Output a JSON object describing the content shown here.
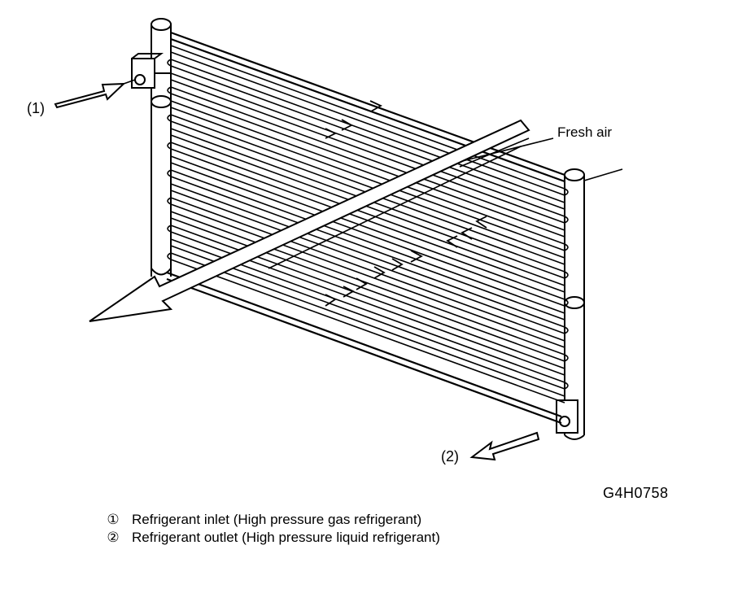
{
  "labels": {
    "fresh_air": "Fresh air",
    "callout_1": "1",
    "callout_2": "2",
    "figure_code": "G4H0758"
  },
  "legend": [
    {
      "number": "①",
      "text": "Refrigerant inlet (High pressure gas refrigerant)"
    },
    {
      "number": "②",
      "text": "Refrigerant outlet (High pressure liquid refrigerant)"
    }
  ]
}
